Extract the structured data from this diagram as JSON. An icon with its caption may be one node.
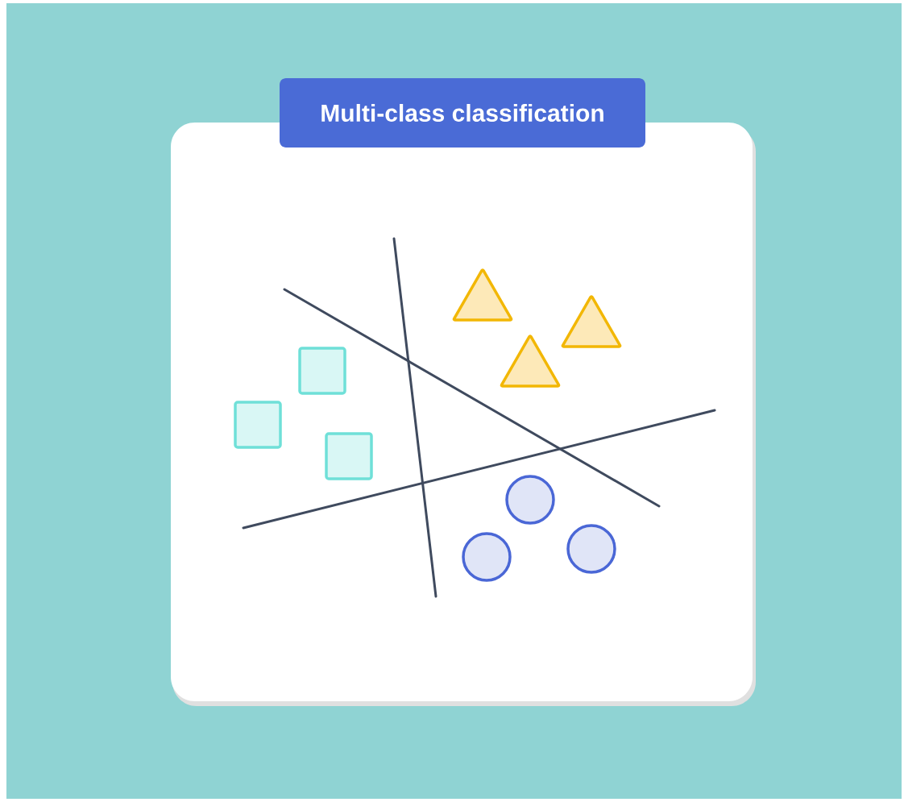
{
  "diagram": {
    "title": "Multi-class classification",
    "nodes": [
      {
        "text": [],
        "shape": "box"
      },
      {
        "text": [],
        "shape": "box"
      },
      {
        "text": [],
        "shape": "box"
      },
      {
        "text": [],
        "shape": "triangle"
      },
      {
        "text": [],
        "shape": "triangle"
      },
      {
        "text": [],
        "shape": "triangle"
      },
      {
        "text": [],
        "shape": "circle"
      },
      {
        "text": [],
        "shape": "circle"
      },
      {
        "text": [],
        "shape": "circle"
      }
    ]
  }
}
